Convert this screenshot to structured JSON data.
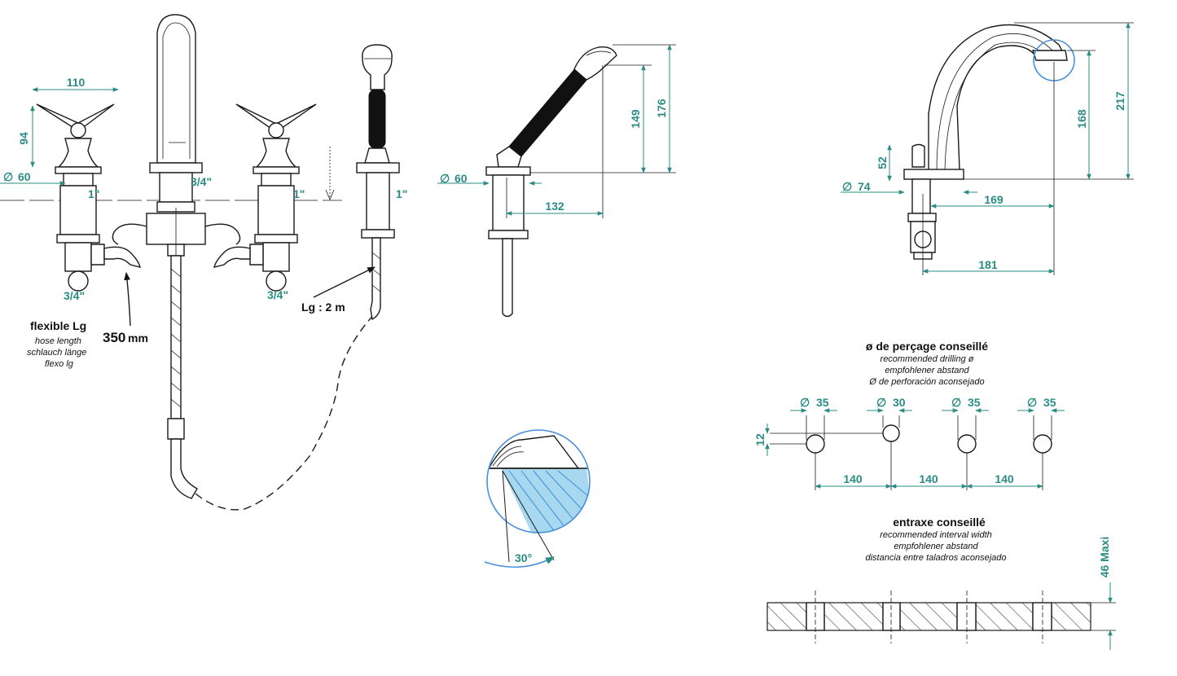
{
  "dimensions": {
    "handle_width": "110",
    "handle_height": "94",
    "valve_diameter": "60",
    "thread_1": "1\"",
    "thread_34": "3/4\"",
    "spout_thread": "3/4\"",
    "shower_thread": "1\"",
    "handshower_diameter": "60",
    "handshower_reach": "132",
    "handshower_h1": "149",
    "handshower_h2": "176",
    "spout_height": "217",
    "spout_h_inner": "168",
    "spout_base_h": "52",
    "spout_diameter": "74",
    "spout_reach": "169",
    "spout_total": "181",
    "hose_len": "350",
    "hose_len_unit": "mm",
    "shower_hose": "Lg : 2 m",
    "angle": "30°",
    "d35": "35",
    "d30": "30",
    "offset12": "12",
    "spacing": "140",
    "max46": "46 Maxi",
    "dia_symbol": "∅"
  },
  "labels": {
    "flexible_title": "flexible Lg",
    "flexible_en": "hose length",
    "flexible_de": "schlauch länge",
    "flexible_es": "flexo lg",
    "drill_title": "ø de perçage conseillé",
    "drill_en": "recommended drilling ø",
    "drill_de": "empfohlener abstand",
    "drill_es": "Ø de perforación aconsejado",
    "entraxe_title": "entraxe conseillé",
    "entraxe_en": "recommended interval width",
    "entraxe_de": "empfohlener abstand",
    "entraxe_es": "distancia entre taladros aconsejado"
  },
  "colors": {
    "dimension": "#2a8c85",
    "highlight": "#4a90d9",
    "water": "#a8d8f0"
  }
}
